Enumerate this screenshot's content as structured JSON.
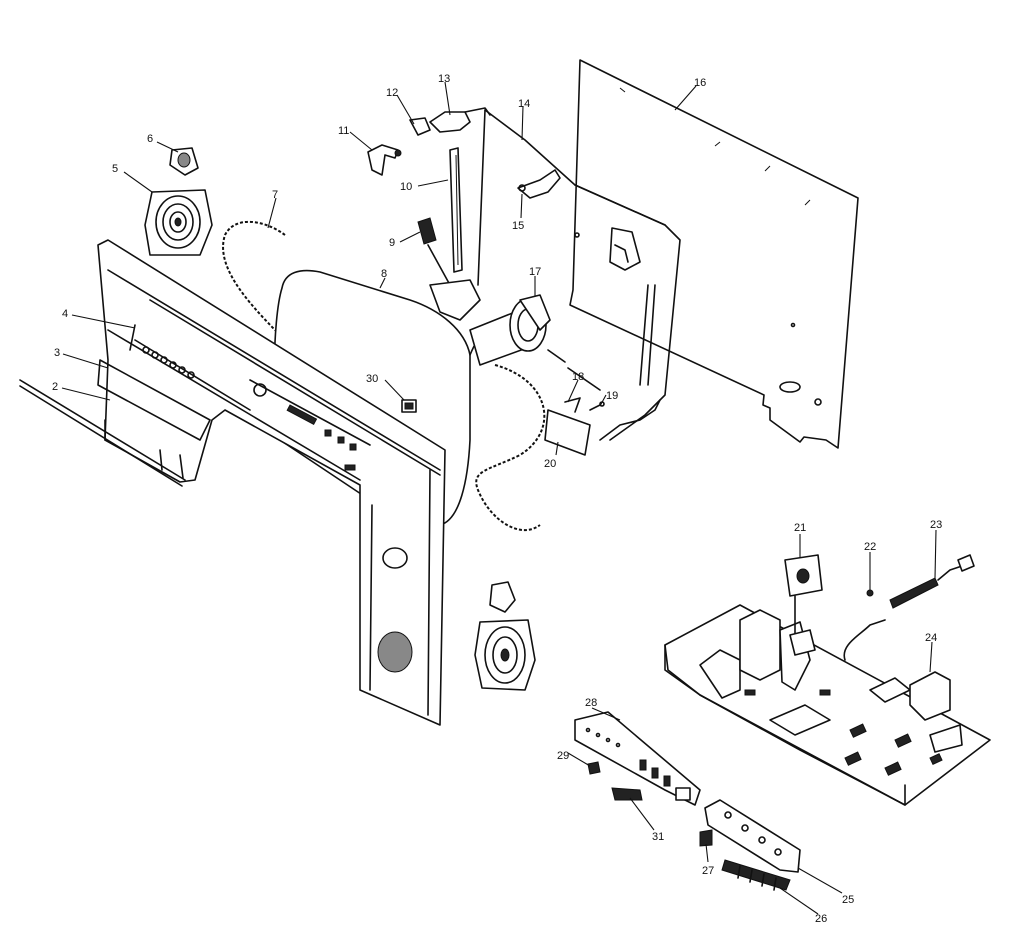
{
  "callouts": [
    {
      "id": "c1",
      "label": "2"
    },
    {
      "id": "c2",
      "label": "3"
    },
    {
      "id": "c3",
      "label": "4"
    },
    {
      "id": "c4",
      "label": "5"
    },
    {
      "id": "c5",
      "label": "6"
    },
    {
      "id": "c6",
      "label": "7"
    },
    {
      "id": "c7",
      "label": "8"
    },
    {
      "id": "c8",
      "label": "9"
    },
    {
      "id": "c9",
      "label": "10"
    },
    {
      "id": "c10",
      "label": "11"
    },
    {
      "id": "c11",
      "label": "12"
    },
    {
      "id": "c12",
      "label": "13"
    },
    {
      "id": "c13",
      "label": "14"
    },
    {
      "id": "c14",
      "label": "15"
    },
    {
      "id": "c15",
      "label": "16"
    },
    {
      "id": "c16",
      "label": "17"
    },
    {
      "id": "c17",
      "label": "18"
    },
    {
      "id": "c18",
      "label": "19"
    },
    {
      "id": "c19",
      "label": "20"
    },
    {
      "id": "c20",
      "label": "21"
    },
    {
      "id": "c21",
      "label": "22"
    },
    {
      "id": "c22",
      "label": "23"
    },
    {
      "id": "c23",
      "label": "24"
    },
    {
      "id": "c24",
      "label": "25"
    },
    {
      "id": "c25",
      "label": "26"
    },
    {
      "id": "c26",
      "label": "27"
    },
    {
      "id": "c27",
      "label": "28"
    },
    {
      "id": "c28",
      "label": "29"
    },
    {
      "id": "c29",
      "label": "30"
    },
    {
      "id": "c30",
      "label": "31"
    }
  ]
}
